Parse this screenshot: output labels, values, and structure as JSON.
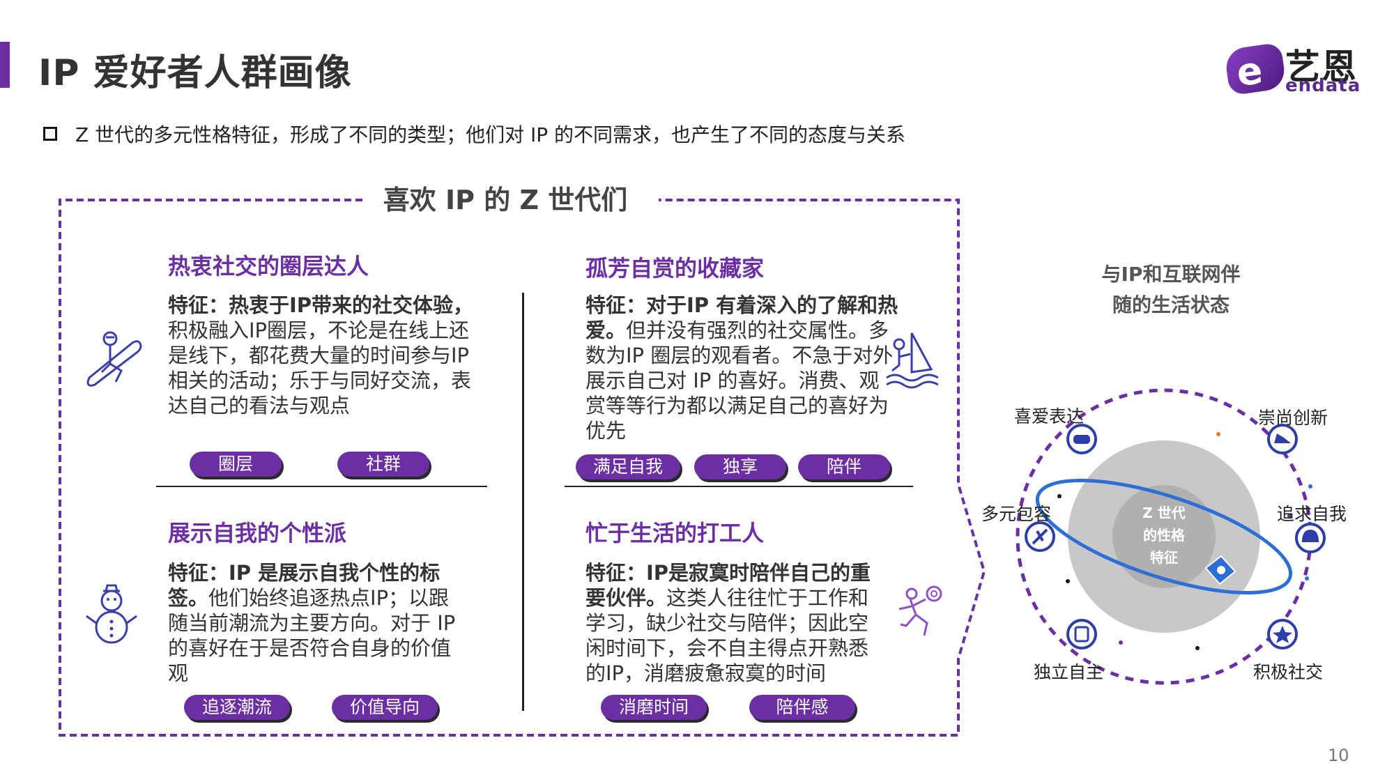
{
  "header": {
    "title": "IP 爱好者人群画像",
    "logo_cn": "艺恩",
    "logo_en": "endata",
    "logo_mark": "e"
  },
  "subtitle": "Z 世代的多元性格特征，形成了不同的类型；他们对 IP 的不同需求，也产生了不同的态度与关系",
  "panel": {
    "heading": "喜欢 IP 的 Z 世代们",
    "quadrants": [
      {
        "title": "热衷社交的圈层达人",
        "feature_bold": "特征：热衷于IP带来的社交体验，",
        "feature_rest": "积极融入IP圈层，不论是在线上还是线下，都花费大量的时间参与IP相关的活动；乐于与同好交流，表达自己的看法与观点",
        "tags": [
          "圈层",
          "社群"
        ],
        "icon": "snowboard-icon"
      },
      {
        "title": "孤芳自赏的收藏家",
        "feature_bold": "特征：对于IP 有着深入的了解和热爱。",
        "feature_rest": "但并没有强烈的社交属性。多数为IP 圈层的观看者。不急于对外展示自己对 IP 的喜好。消费、观赏等等行为都以满足自己的喜好为优先",
        "tags": [
          "满足自我",
          "独享",
          "陪伴"
        ],
        "icon": "windsurf-icon"
      },
      {
        "title": "展示自我的个性派",
        "feature_bold": "特征：IP 是展示自我个性的标签。",
        "feature_rest": "他们始终追逐热点IP；以跟随当前潮流为主要方向。对于 IP 的喜好在于是否符合自身的价值观",
        "tags": [
          "追逐潮流",
          "价值导向"
        ],
        "icon": "snowman-icon"
      },
      {
        "title": "忙于生活的打工人",
        "feature_bold": "特征：IP是寂寞时陪伴自己的重要伙伴。",
        "feature_rest": "这类人往往忙于工作和学习，缺少社交与陪伴；因此空闲时间下，会不自主得点开熟悉的IP，消磨疲惫寂寞的时间",
        "tags": [
          "消磨时间",
          "陪伴感"
        ],
        "icon": "runner-icon"
      }
    ]
  },
  "orbit": {
    "title_line1": "与IP和互联网伴",
    "title_line2": "随的生活状态",
    "core_line1": "Z 世代",
    "core_line2": "的性格",
    "core_line3": "特征",
    "traits": [
      {
        "label": "喜爱表达",
        "icon": "gamepad-icon"
      },
      {
        "label": "崇尚创新",
        "icon": "sneaker-icon"
      },
      {
        "label": "多元包容",
        "icon": "skier-icon"
      },
      {
        "label": "追求自我",
        "icon": "helmet-icon"
      },
      {
        "label": "独立自主",
        "icon": "suitcase-icon"
      },
      {
        "label": "积极社交",
        "icon": "star-badge-icon"
      }
    ]
  },
  "page_number": "10",
  "colors": {
    "accent": "#6b2fa3",
    "sphere": "#c8c8c8",
    "orbit_ring": "#2d6fd6"
  }
}
